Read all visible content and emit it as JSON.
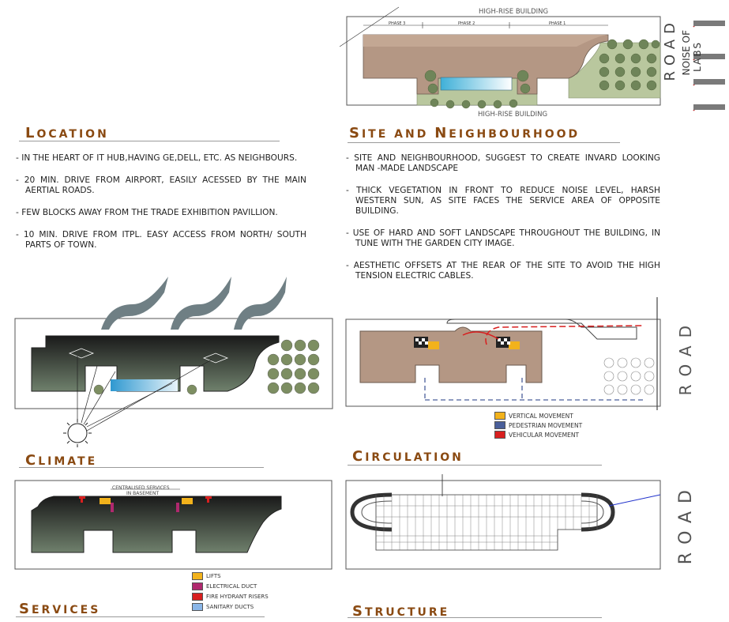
{
  "sections": {
    "location": {
      "cap": "L",
      "rest": "OCATION"
    },
    "site": {
      "cap": "S",
      "rest": "ITE AND ",
      "cap2": "N",
      "rest2": "EIGHBOURHOOD"
    },
    "climate": {
      "cap": "C",
      "rest": "LIMATE"
    },
    "circulation": {
      "cap": "C",
      "rest": "IRCULATION"
    },
    "services": {
      "cap": "S",
      "rest": "ERVICES"
    },
    "structure": {
      "cap": "S",
      "rest": "TRUCTURE"
    }
  },
  "location_points": [
    "IN  THE  HEART OF IT HUB,HAVING GE,DELL, ETC. AS NEIGHBOURS.",
    "20  MIN.  DRIVE  FROM  AIRPORT,  EASILY  ACESSED  BY  THE MAIN AERTIAL ROADS.",
    "FEW  BLOCKS   AWAY  FROM  THE  TRADE  EXHIBITION  PAVILLION.",
    "10  MIN.  DRIVE  FROM ITPL. EASY ACCESS  FROM NORTH/ SOUTH PARTS  OF  TOWN."
  ],
  "site_points": [
    "SITE  AND  NEIGHBOURHOOD,  SUGGEST  TO  CREATE   INVARD  LOOKING  MAN -MADE LANDSCAPE",
    "THICK  VEGETATION IN FRONT TO REDUCE NOISE LEVEL,  HARSH  WESTERN  SUN,  AS  SITE  FACES  THE  SERVICE  AREA OF OPPOSITE BUILDING.",
    "USE  OF  HARD  AND  SOFT  LANDSCAPE  THROUGHOUT THE  BUILDING,  IN  TUNE  WITH  THE  GARDEN CITY IMAGE.",
    "AESTHETIC  OFFSETS  AT  THE  REAR  OF  THE  SITE TO AVOID  THE  HIGH  TENSION  ELECTRIC  CABLES."
  ],
  "site_plan": {
    "top_label": "HIGH-RISE BUILDING",
    "bottom_label": "HIGH-RISE BUILDING",
    "phase_labels": [
      "PHASE 3",
      "PHASE 2",
      "PHASE 1"
    ],
    "road": "ROAD",
    "noise_label_1": "NOISE OF",
    "noise_label_2": "LABS"
  },
  "road_label": "ROAD",
  "circulation_legend": [
    {
      "label": "VERTICAL  MOVEMENT",
      "color": "#f2b21b"
    },
    {
      "label": "PEDESTRIAN  MOVEMENT",
      "color": "#4a5f9a"
    },
    {
      "label": "VEHICULAR  MOVEMENT",
      "color": "#d81f1f"
    }
  ],
  "services_plan": {
    "note_1": "CENTRALISED SERVICES",
    "note_2": "IN BASEMENT"
  },
  "services_legend": [
    {
      "label": "LIFTS",
      "color": "#f2b21b"
    },
    {
      "label": "ELECTRICAL DUCT",
      "color": "#b0286e"
    },
    {
      "label": "FIRE HYDRANT RISERS",
      "color": "#d81f1f"
    },
    {
      "label": "SANITARY DUCTS",
      "color": "#8ab6e8"
    }
  ]
}
